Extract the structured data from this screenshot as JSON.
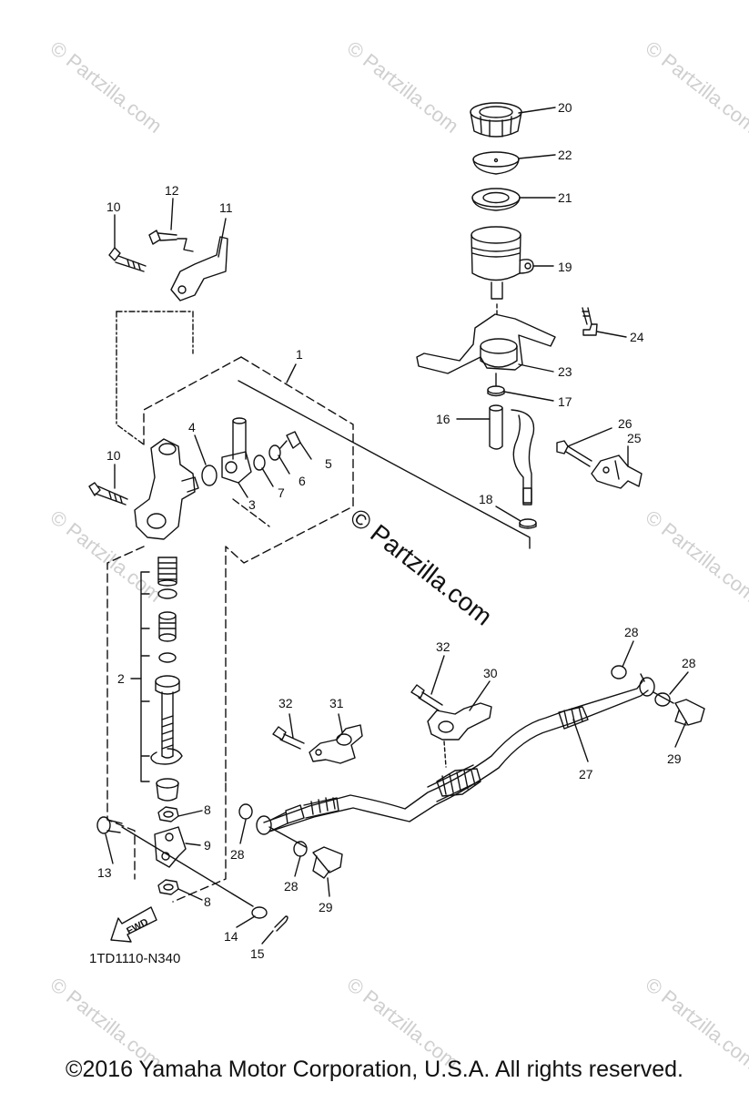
{
  "watermark": "© Partzilla.com",
  "center_watermark": "© Partzilla.com",
  "diagram_code": "1TD1110-N340",
  "copyright": "©2016  Yamaha Motor Corporation, U.S.A. All rights reserved.",
  "fwd_label": "FWD",
  "callouts": [
    {
      "id": "c20",
      "text": "20"
    },
    {
      "id": "c22",
      "text": "22"
    },
    {
      "id": "c21",
      "text": "21"
    },
    {
      "id": "c19",
      "text": "19"
    },
    {
      "id": "c24",
      "text": "24"
    },
    {
      "id": "c23",
      "text": "23"
    },
    {
      "id": "c17",
      "text": "17"
    },
    {
      "id": "c16",
      "text": "16"
    },
    {
      "id": "c26",
      "text": "26"
    },
    {
      "id": "c25",
      "text": "25"
    },
    {
      "id": "c18",
      "text": "18"
    },
    {
      "id": "c1",
      "text": "1"
    },
    {
      "id": "c12",
      "text": "12"
    },
    {
      "id": "c10a",
      "text": "10"
    },
    {
      "id": "c11",
      "text": "11"
    },
    {
      "id": "c4",
      "text": "4"
    },
    {
      "id": "c5",
      "text": "5"
    },
    {
      "id": "c6",
      "text": "6"
    },
    {
      "id": "c7",
      "text": "7"
    },
    {
      "id": "c3",
      "text": "3"
    },
    {
      "id": "c10b",
      "text": "10"
    },
    {
      "id": "c2",
      "text": "2"
    },
    {
      "id": "c8a",
      "text": "8"
    },
    {
      "id": "c9",
      "text": "9"
    },
    {
      "id": "c8b",
      "text": "8"
    },
    {
      "id": "c13",
      "text": "13"
    },
    {
      "id": "c14",
      "text": "14"
    },
    {
      "id": "c15",
      "text": "15"
    },
    {
      "id": "c28a",
      "text": "28"
    },
    {
      "id": "c28b",
      "text": "28"
    },
    {
      "id": "c29a",
      "text": "29"
    },
    {
      "id": "c32a",
      "text": "32"
    },
    {
      "id": "c31",
      "text": "31"
    },
    {
      "id": "c32b",
      "text": "32"
    },
    {
      "id": "c30",
      "text": "30"
    },
    {
      "id": "c28c",
      "text": "28"
    },
    {
      "id": "c28d",
      "text": "28"
    },
    {
      "id": "c27",
      "text": "27"
    },
    {
      "id": "c29b",
      "text": "29"
    }
  ]
}
